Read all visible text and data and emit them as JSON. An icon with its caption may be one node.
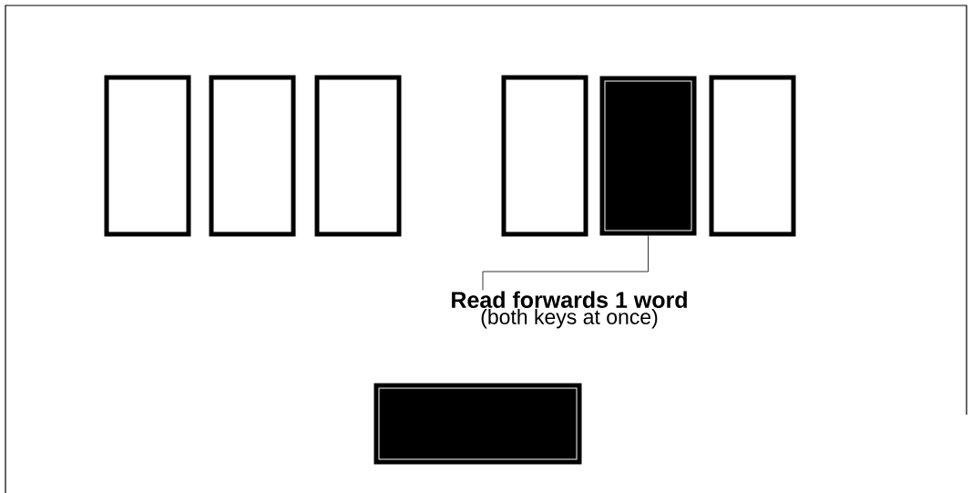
{
  "diagram": {
    "nodes": [
      {
        "text": [],
        "shape": "box"
      },
      {
        "text": [],
        "shape": "box"
      },
      {
        "text": [],
        "shape": "box"
      },
      {
        "text": [],
        "shape": "box"
      },
      {
        "text": [],
        "shape": "box"
      },
      {
        "text": [],
        "shape": "box"
      },
      {
        "text": [],
        "shape": "box"
      },
      {
        "text": [
          "Read forwards 1 word",
          "(both keys at once)"
        ]
      }
    ],
    "edges": [
      {
        "from": 7,
        "to": 4,
        "arrow": "none"
      }
    ]
  }
}
